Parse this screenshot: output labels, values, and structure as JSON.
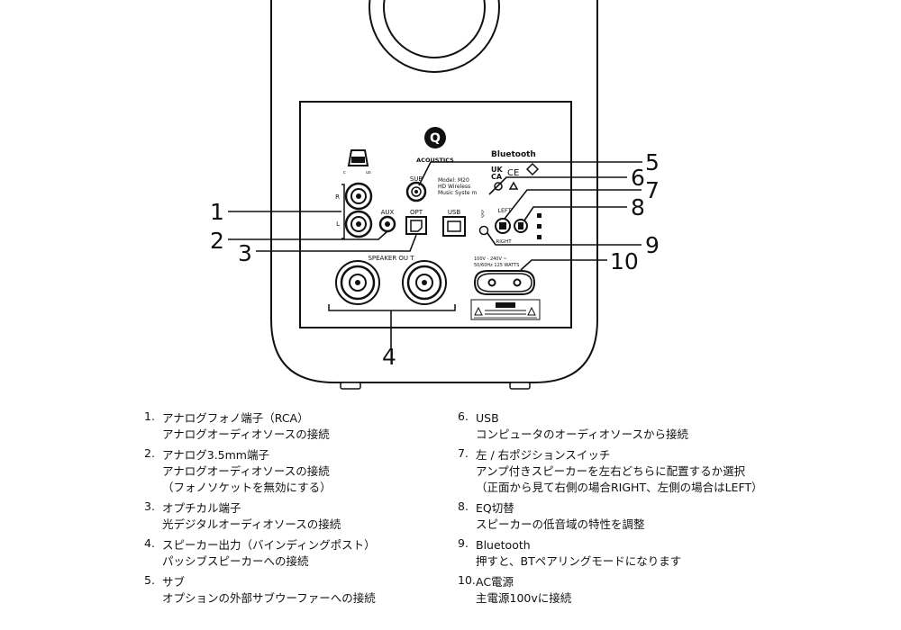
{
  "diagram": {
    "brand": "ACOUSTICS",
    "logo_letter": "Q",
    "bluetooth_label": "Bluetooth",
    "model_text": [
      "Model: M20",
      "HD Wireless",
      "Music Syste m"
    ],
    "labels": {
      "r": "R",
      "l": "L",
      "aux": "AUX",
      "sub": "SUB",
      "opt": "OPT",
      "usb": "USB",
      "left": "LEFT",
      "right": "RIGHT",
      "speaker_out": "SPEAKER OU T",
      "power_rating": [
        "100V - 240V ~",
        "50/60Hz 125 WATTS"
      ]
    },
    "callouts": [
      "1",
      "2",
      "3",
      "4",
      "5",
      "6",
      "7",
      "8",
      "9",
      "10"
    ]
  },
  "legend": {
    "items": [
      {
        "num": "1.",
        "title": "アナログフォノ端子（RCA）",
        "desc": "アナログオーディオソースの接続"
      },
      {
        "num": "2.",
        "title": "アナログ3.5mm端子",
        "desc": "アナログオーディオソースの接続\n（フォノソケットを無効にする）"
      },
      {
        "num": "3.",
        "title": "オプチカル端子",
        "desc": "光デジタルオーディオソースの接続"
      },
      {
        "num": "4.",
        "title": "スピーカー出力（バインディングポスト）",
        "desc": "パッシブスピーカーへの接続"
      },
      {
        "num": "5.",
        "title": "サブ",
        "desc": "オプションの外部サブウーファーへの接続"
      },
      {
        "num": "6.",
        "title": "USB",
        "desc": "コンピュータのオーディオソースから接続"
      },
      {
        "num": "7.",
        "title": "左 / 右ポジションスイッチ",
        "desc": "アンプ付きスピーカーを左右どちらに配置するか選択\n（正面から見て右側の場合RIGHT、左側の場合はLEFT）"
      },
      {
        "num": "8.",
        "title": "EQ切替",
        "desc": "スピーカーの低音域の特性を調整"
      },
      {
        "num": "9.",
        "title": "Bluetooth",
        "desc": "押すと、BTペアリングモードになります"
      },
      {
        "num": "10.",
        "title": "AC電源",
        "desc": "主電源100vに接続"
      }
    ]
  }
}
